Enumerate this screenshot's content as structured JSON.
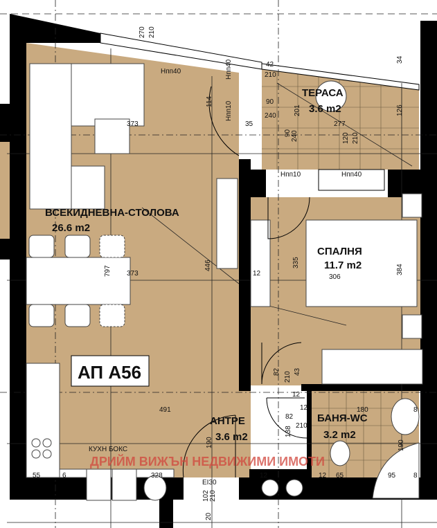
{
  "colors": {
    "floor": "#c9aa80",
    "wall": "#000000",
    "watermark": "#d0463c",
    "furniture": "#ffffff"
  },
  "unit_label": "АП А56",
  "rooms": [
    {
      "name": "ВСЕКИДНЕВНА-СТОЛОВА",
      "area": "26.6 m2"
    },
    {
      "name": "ТЕРАСА",
      "area": "3.6 m2"
    },
    {
      "name": "СПАЛНЯ",
      "area": "11.7 m2"
    },
    {
      "name": "АНТРЕ",
      "area": "3.6 m2"
    },
    {
      "name": "БАНЯ-WC",
      "area": "3.2 m2"
    }
  ],
  "kitchen_label": "КУХН БОКС",
  "watermark": "ДРИЙМ ВИЖЪН НЕДВИЖИМИ ИМОТИ",
  "dimensions": [
    "270",
    "210",
    "Нпп40",
    "Нпп40",
    "114",
    "Нпп10",
    "373",
    "35",
    "42",
    "210",
    "90",
    "240",
    "201",
    "277",
    "34",
    "126",
    "90",
    "240",
    "120",
    "210",
    "Нпп10",
    "Нпп40",
    "797",
    "373",
    "446",
    "12",
    "335",
    "306",
    "384",
    "82",
    "210",
    "43",
    "12",
    "491",
    "12",
    "82",
    "180",
    "8",
    "210",
    "138",
    "190",
    "190",
    "55",
    "6",
    "328",
    "EI30",
    "102",
    "210",
    "12",
    "12",
    "65",
    "95",
    "8",
    "20"
  ]
}
